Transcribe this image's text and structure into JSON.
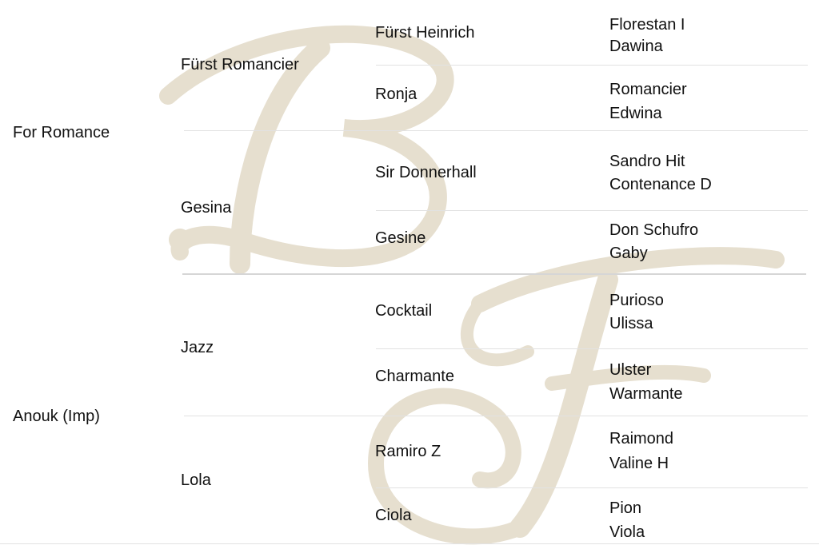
{
  "pedigree": {
    "gen1": [
      "For Romance",
      "Anouk (Imp)"
    ],
    "gen2": [
      "Fürst Romancier",
      "Gesina",
      "Jazz",
      "Lola"
    ],
    "gen3": [
      "Fürst Heinrich",
      "Ronja",
      "Sir Donnerhall",
      "Gesine",
      "Cocktail",
      "Charmante",
      "Ramiro Z",
      "Ciola"
    ],
    "gen4": [
      "Florestan I",
      "Dawina",
      "Romancier",
      "Edwina",
      "Sandro Hit",
      "Contenance D",
      "Don Schufro",
      "Gaby",
      "Purioso",
      "Ulissa",
      "Ulster",
      "Warmante",
      "Raimond",
      "Valine H",
      "Pion",
      "Viola"
    ]
  },
  "watermark": {
    "letters": [
      "B",
      "F"
    ],
    "color": "#e6dfcf"
  }
}
